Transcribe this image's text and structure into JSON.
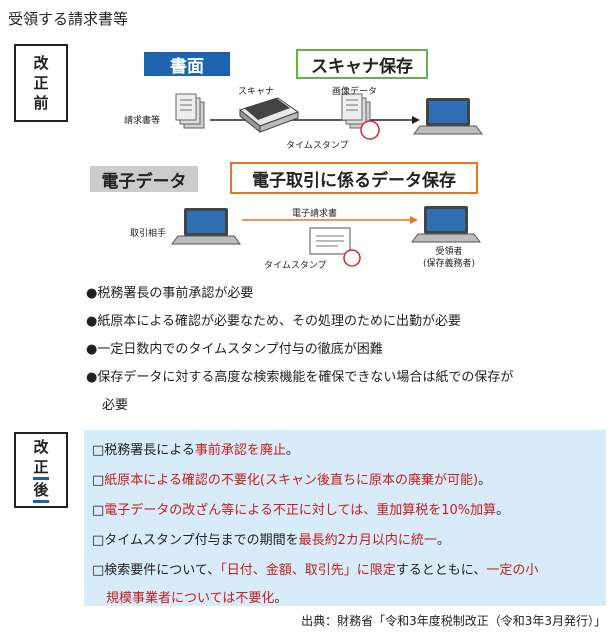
{
  "title": "受領する請求書等",
  "before": {
    "label": [
      "改",
      "正",
      "前"
    ],
    "paper_header": "書面",
    "scan_header": "スキャナ保存",
    "scanner_label": "スキャナ",
    "image_data_label": "画像データ",
    "invoices_label": "請求書等",
    "timestamp_label_1": "タイムスタンプ",
    "electronic_header": "電子データ",
    "electronic_storage_header": "電子取引に係るデータ保存",
    "counterparty_label": "取引相手",
    "e_invoice_label": "電子請求書",
    "timestamp_label_2": "タイムスタンプ",
    "recipient_label": "受領者",
    "recipient_sub_label": "(保存義務者)",
    "bullets": [
      "●税務署長の事前承認が必要",
      "●紙原本による確認が必要なため、その処理のために出勤が必要",
      "●一定日数内でのタイムスタンプ付与の徹底が困難",
      "●保存データに対する高度な検索機能を確保できない場合は紙での保存が"
    ],
    "bullet_4_cont": "必要"
  },
  "after": {
    "label": [
      "改",
      "正",
      "後"
    ],
    "items": [
      {
        "a": "□税務署長による",
        "b": "事前承認を廃止",
        "c": "。"
      },
      {
        "a": "□",
        "b": "紙原本による確認の不要化(スキャン後直ちに原本の廃棄が可能)",
        "c": "。"
      },
      {
        "a": "□",
        "b": "電子データの改ざん等による不正に対しては、重加算税を10%加算",
        "c": "。"
      },
      {
        "a": "□タイムスタンプ付与までの期間を",
        "b": "最長約2カ月以内に統一",
        "c": "。"
      },
      {
        "a": "□検索要件について、",
        "b": "「日付、金額、取引先」に限定",
        "c": "するとともに、",
        "d": "一定の小"
      }
    ],
    "item_5_cont_red": "規模事業者については不要化",
    "item_5_cont_end": "。"
  },
  "source": "出典：財務省「令和3年度税制改正（令和3年3月発行）」",
  "colors": {
    "blue": "#1d63ad",
    "green": "#6ab04c",
    "orange": "#e8741c",
    "red": "#c41e1e",
    "light_blue": "#d7ebf8"
  }
}
